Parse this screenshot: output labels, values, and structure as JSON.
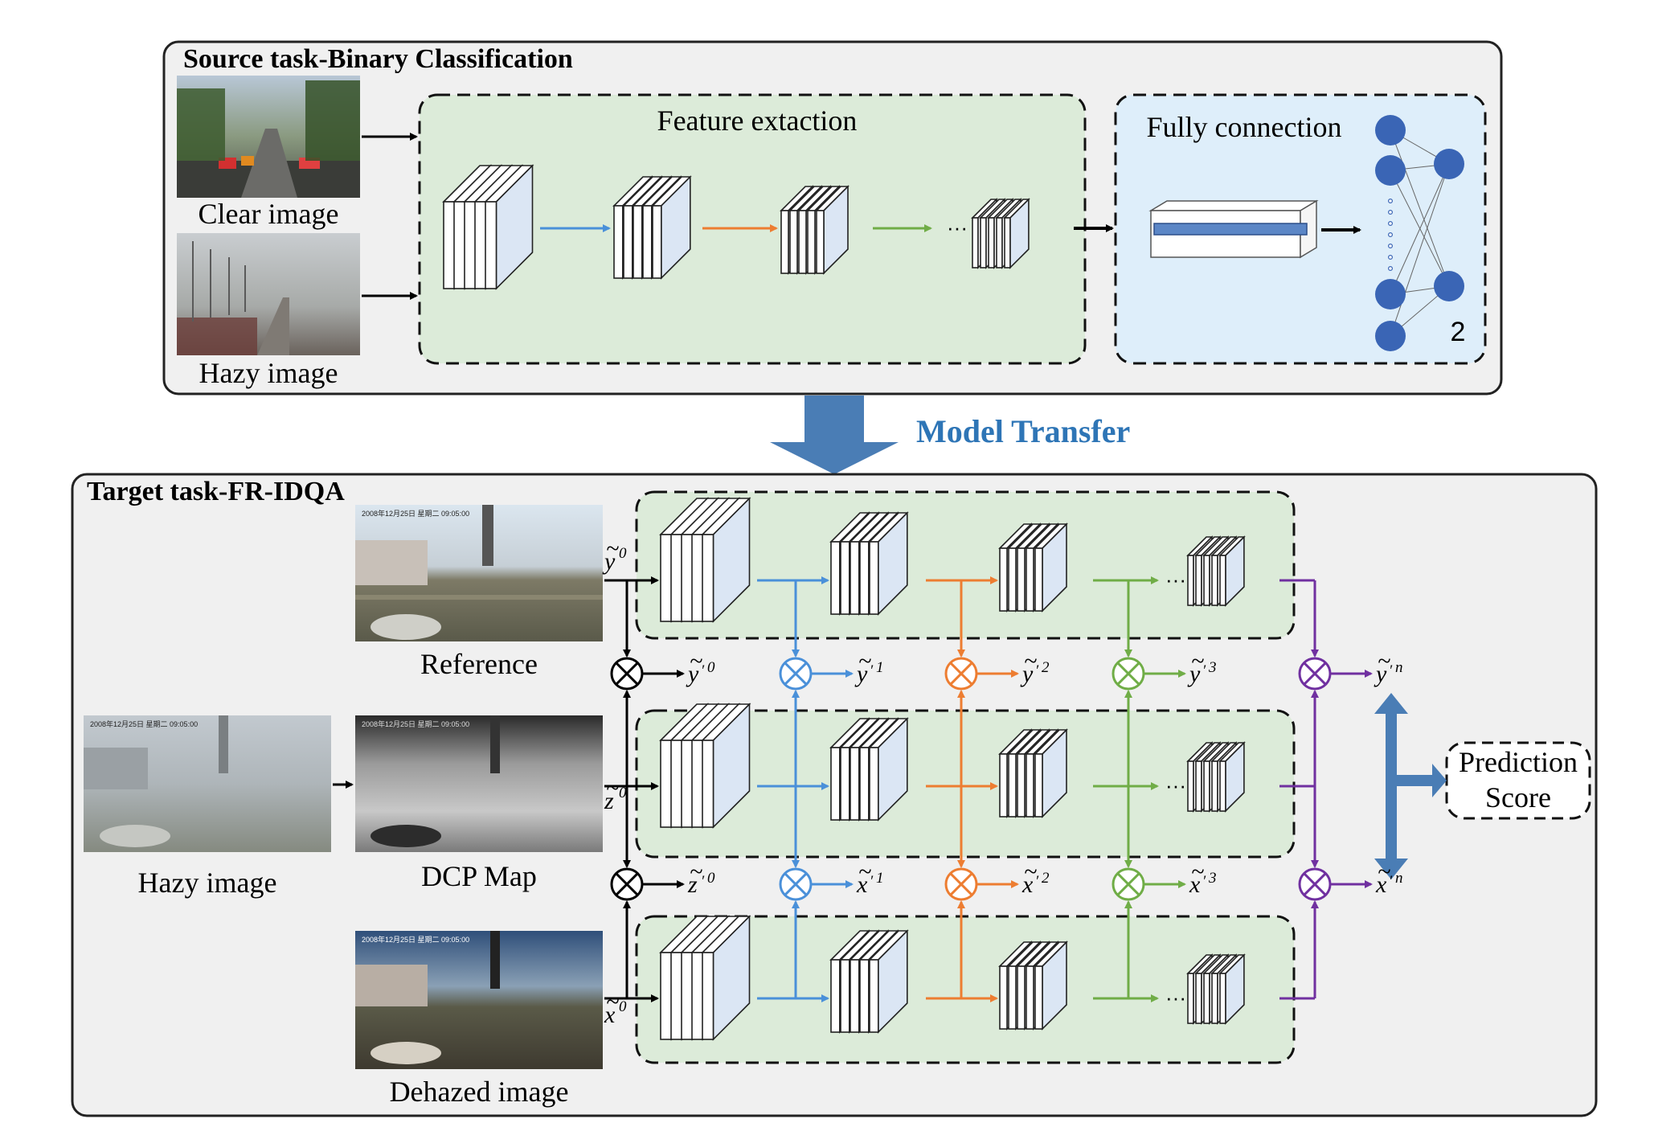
{
  "source_panel": {
    "title": "Source task-Binary Classification",
    "clear_image_label": "Clear image",
    "hazy_image_label": "Hazy image",
    "feature_extraction_label": "Feature extaction",
    "fully_connection_label": "Fully connection",
    "output_count": "2",
    "ellipsis": "···"
  },
  "model_transfer_label": "Model Transfer",
  "target_panel": {
    "title": "Target task-FR-IDQA",
    "reference_label": "Reference",
    "dcp_map_label": "DCP Map",
    "hazy_image_label": "Hazy image",
    "dehazed_image_label": "Dehazed image",
    "prediction_label_line1": "Prediction",
    "prediction_label_line2": "Score",
    "photo_timestamp": "2008年12月25日  星期二  09:05:00",
    "ellipsis": "···",
    "branch_inputs": [
      {
        "base": "y",
        "sup": "0"
      },
      {
        "base": "z",
        "sup": "0"
      },
      {
        "base": "x",
        "sup": "0"
      }
    ],
    "fusion_outputs_upper": [
      {
        "base": "y",
        "sup": "0"
      },
      {
        "base": "y",
        "sup": "1"
      },
      {
        "base": "y",
        "sup": "2"
      },
      {
        "base": "y",
        "sup": "3"
      },
      {
        "base": "y",
        "sup": "n"
      }
    ],
    "fusion_outputs_lower": [
      {
        "base": "z",
        "sup": "0"
      },
      {
        "base": "x",
        "sup": "1"
      },
      {
        "base": "x",
        "sup": "2"
      },
      {
        "base": "x",
        "sup": "3"
      },
      {
        "base": "x",
        "sup": "n"
      }
    ]
  },
  "colors": {
    "stage1": "#4a90d9",
    "stage2": "#ed7d31",
    "stage3": "#70ad47",
    "stage4": "#7030a0",
    "transfer_arrow": "#4a7db5",
    "feature_bg": "#dcebd9",
    "fc_bg": "#deeefa",
    "panel_bg": "#f0f0f0",
    "neuron": "#3a65b5"
  }
}
